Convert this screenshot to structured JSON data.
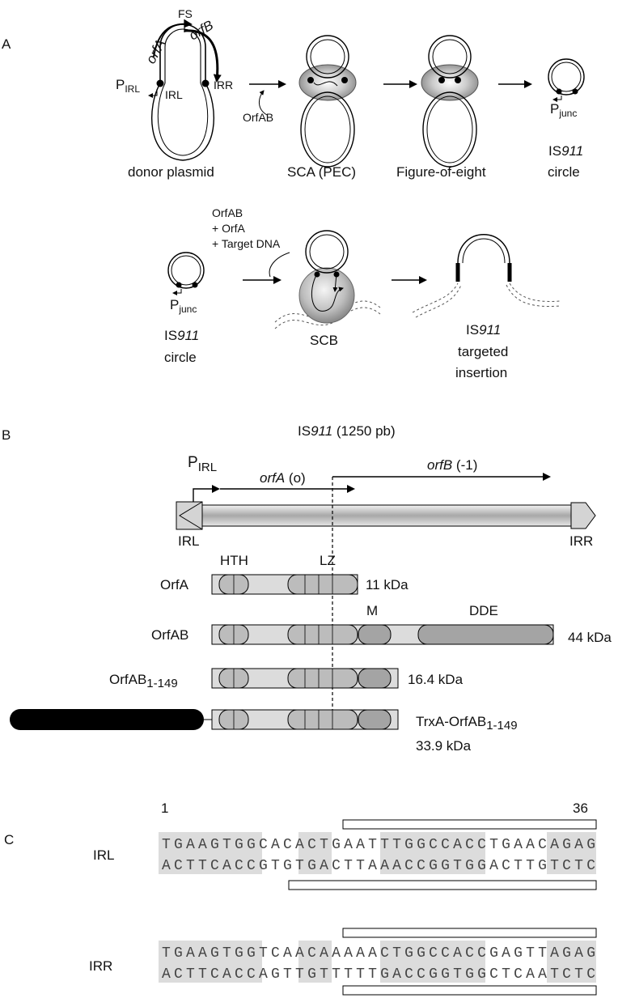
{
  "panel_a": {
    "label": "A",
    "orfA": "orfA",
    "fs": "FS",
    "orfB": "orfB",
    "p_irl_main": "P",
    "p_irl_sub": "IRL",
    "irl": "IRL",
    "irr": "IRR",
    "orfab": "OrfAB",
    "donor_plasmid": "donor plasmid",
    "sca": "SCA (PEC)",
    "figure_eight": "Figure-of-eight",
    "p_junc_main": "P",
    "p_junc_sub": "junc",
    "is_prefix": "IS",
    "is_number": "911",
    "circle": "circle",
    "reagent1": "OrfAB",
    "reagent2": "+ OrfA",
    "reagent3": "+ Target DNA",
    "scb": "SCB",
    "targeted": "targeted",
    "insertion": "insertion"
  },
  "panel_b": {
    "label": "B",
    "title_prefix": "IS",
    "title_number": "911",
    "title_suffix": " (1250 pb)",
    "p_irl_main": "P",
    "p_irl_sub": "IRL",
    "orfA_name": "orfA",
    "orfA_frame": " (o)",
    "orfB_name": "orfB",
    "orfB_frame": " (-1)",
    "irl": "IRL",
    "irr": "IRR",
    "hth": "HTH",
    "lz": "LZ",
    "m": "M",
    "dde": "DDE",
    "proteins": {
      "orfa": {
        "name": "OrfA",
        "size": "11 kDa"
      },
      "orfab": {
        "name": "OrfAB",
        "size": "44 kDa"
      },
      "orfab149": {
        "name": "OrfAB",
        "sub": "1-149",
        "size": "16.4 kDa"
      },
      "trxa": {
        "name": "TrxA-OrfAB",
        "sub": "1-149",
        "size": "33.9 kDa"
      }
    }
  },
  "panel_c": {
    "label": "C",
    "pos_start": "1",
    "pos_end": "36",
    "irl": {
      "name": "IRL",
      "top": "TGAAGTGGCACACTGAATTTGGCCACCTGAACAGAG",
      "bottom": "ACTTCACCGTGTGACTTAAACCGGTGGACTTGTCTC"
    },
    "irr": {
      "name": "IRR",
      "top": "TGAAGTGGTCAACAAAAACTGGCCACCGAGTTAGAG",
      "bottom": "ACTTCACCAGTTGTTTTTGACCGGTGGCTCAATCTC"
    }
  }
}
